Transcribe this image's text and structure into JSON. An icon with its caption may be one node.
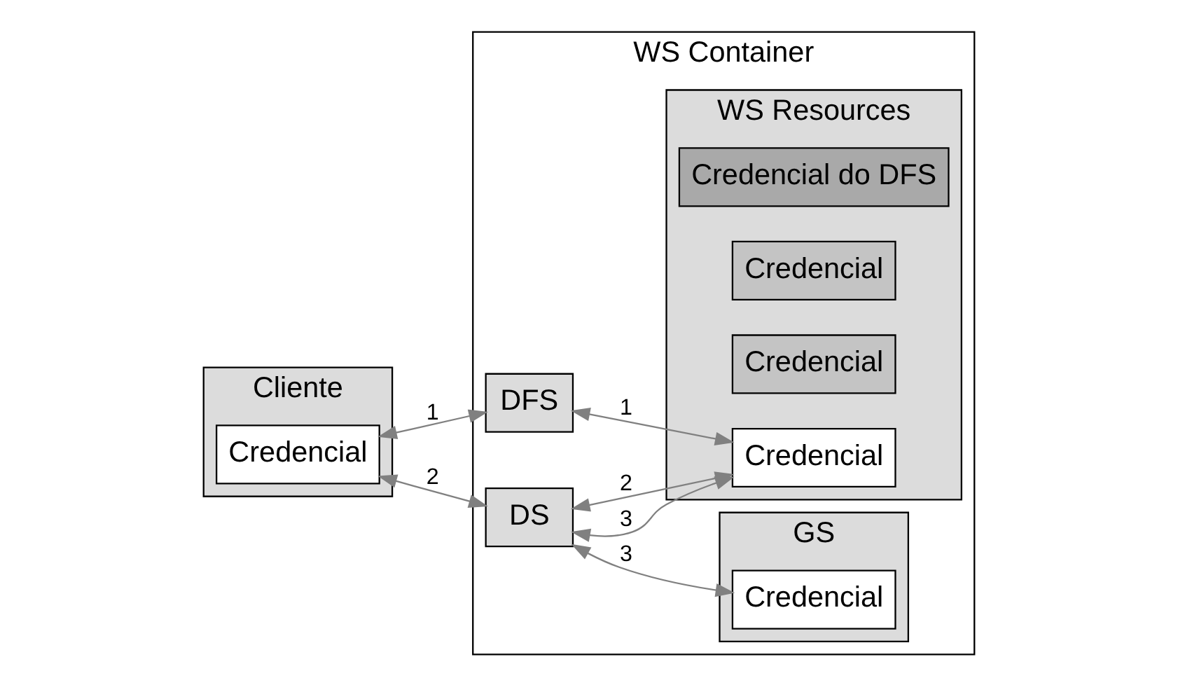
{
  "diagram": {
    "nodes": [
      {
        "text": [
          "WS Container"
        ]
      },
      {
        "text": [
          "Cliente"
        ]
      },
      {
        "text": [
          "Credencial"
        ],
        "in": 1
      },
      {
        "text": [
          "DFS"
        ],
        "in": 0
      },
      {
        "text": [
          "DS"
        ],
        "in": 0
      },
      {
        "text": [
          "WS Resources"
        ],
        "in": 0
      },
      {
        "text": [
          "Credencial do DFS"
        ],
        "in": 5
      },
      {
        "text": [
          "Credencial"
        ],
        "in": 5
      },
      {
        "text": [
          "Credencial"
        ],
        "in": 5
      },
      {
        "text": [
          "Credencial"
        ],
        "in": 5
      },
      {
        "text": [
          "GS"
        ],
        "in": 0
      },
      {
        "text": [
          "Credencial"
        ],
        "in": 10
      }
    ],
    "edges": [
      {
        "from": 2,
        "to": 3,
        "arrow": "both",
        "label": "1"
      },
      {
        "from": 2,
        "to": 4,
        "arrow": "both",
        "label": "2"
      },
      {
        "from": 3,
        "to": 9,
        "arrow": "both",
        "label": "1"
      },
      {
        "from": 4,
        "to": 9,
        "arrow": "both",
        "label": "2"
      },
      {
        "from": 4,
        "to": 9,
        "arrow": "both",
        "label": "3"
      },
      {
        "from": 4,
        "to": 11,
        "arrow": "both",
        "label": "3"
      }
    ]
  }
}
